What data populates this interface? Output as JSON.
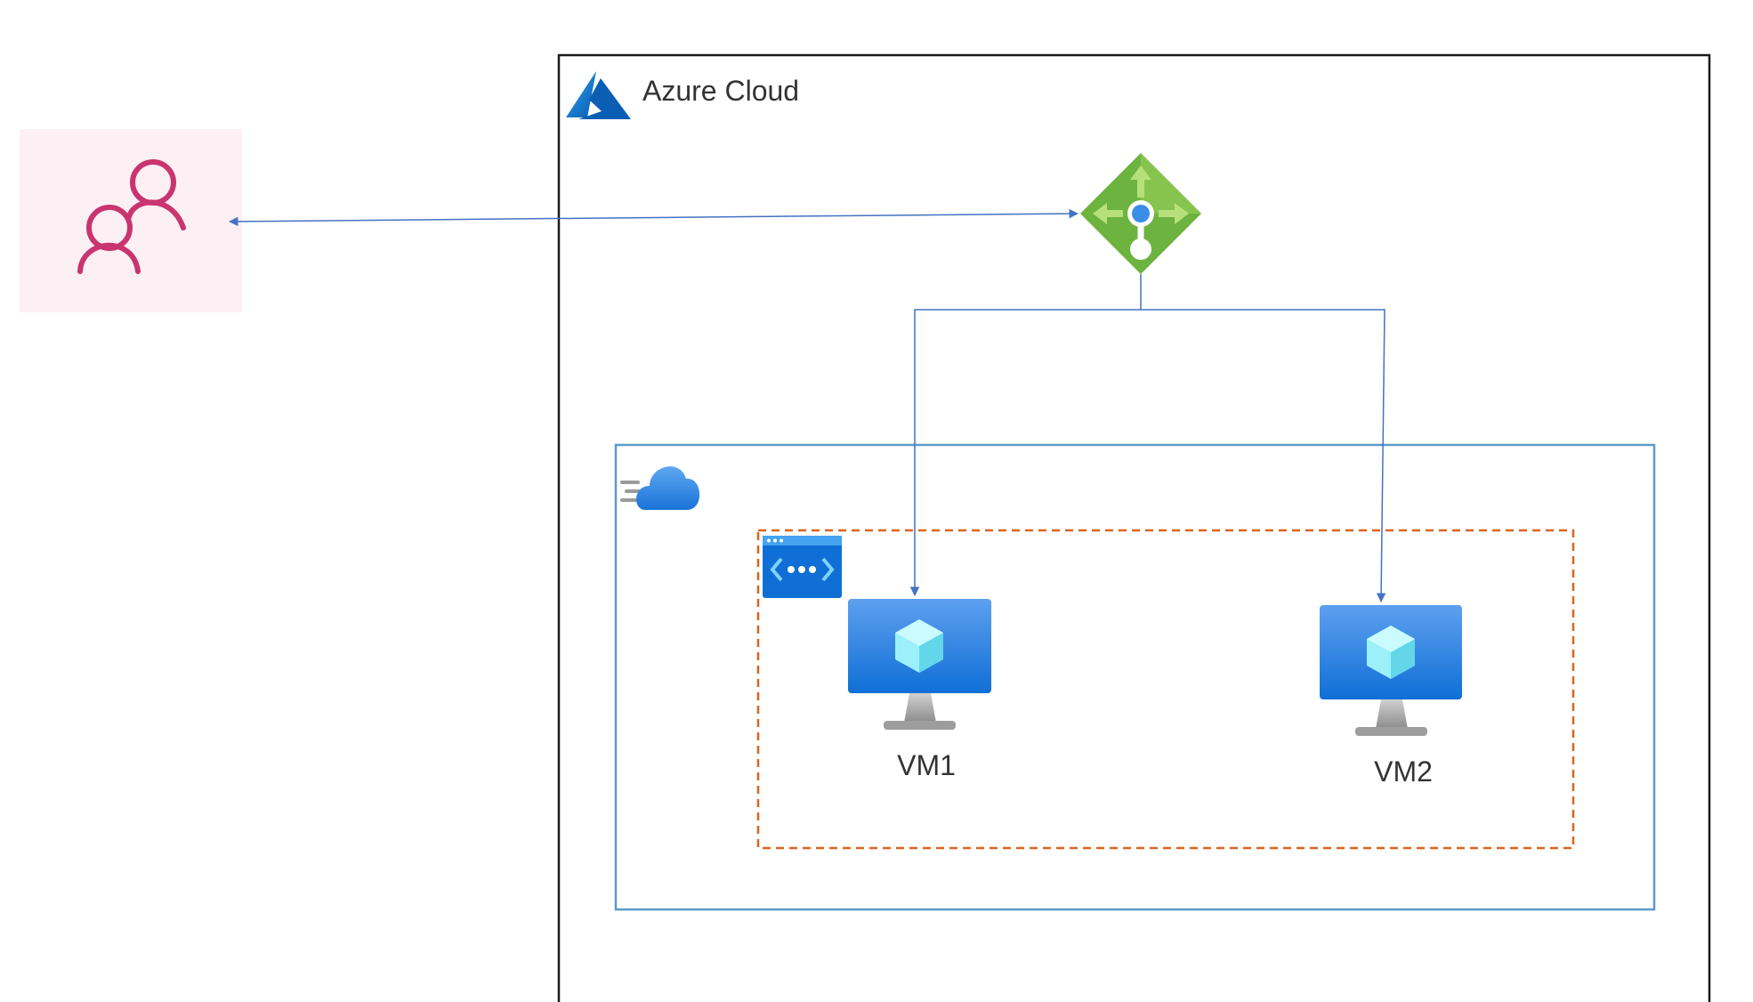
{
  "azure_cloud": {
    "title": "Azure Cloud",
    "logo_icon": "azure-logo-icon"
  },
  "users": {
    "icon": "users-icon",
    "color": "#c9356e",
    "background": "#fdf0f4"
  },
  "load_balancer": {
    "icon": "load-balancer-icon",
    "color": "#6cb33f"
  },
  "virtual_network": {
    "icon": "virtual-network-cloud-icon",
    "border_color": "#5b9bc8"
  },
  "subnet": {
    "icon": "subnet-icon",
    "border_color": "#d9651e"
  },
  "vms": [
    {
      "label": "VM1",
      "icon": "virtual-machine-icon"
    },
    {
      "label": "VM2",
      "icon": "virtual-machine-icon"
    }
  ],
  "connector_color": "#4472c4"
}
